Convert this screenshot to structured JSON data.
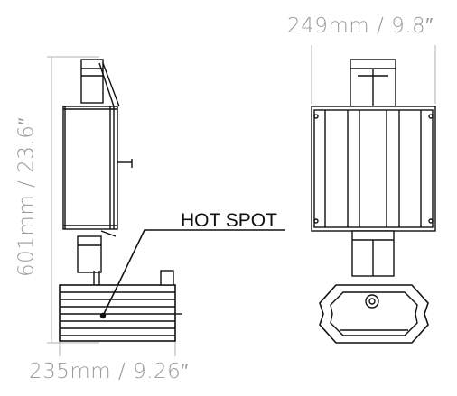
{
  "dimensions": {
    "width_top": "249mm / 9.8″",
    "width_bottom": "235mm / 9.26″",
    "height_left": "601mm / 23.6″"
  },
  "callout": {
    "label": "HOT SPOT"
  }
}
